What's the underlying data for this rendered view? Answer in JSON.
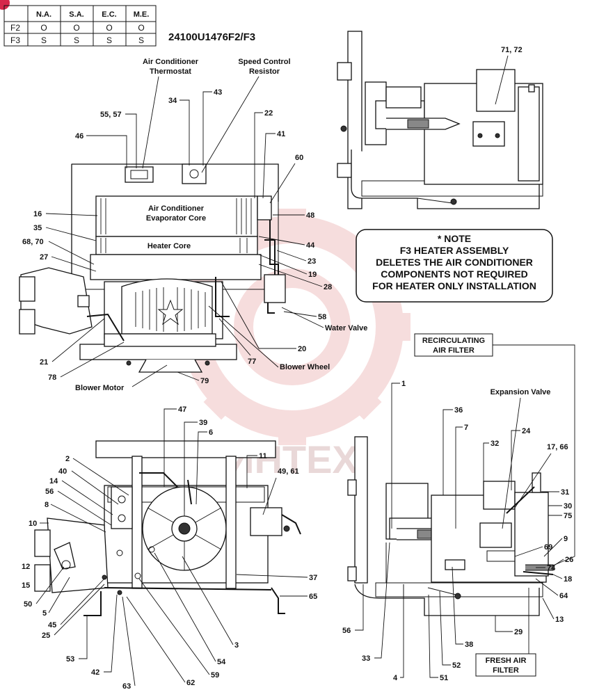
{
  "part_number": "24100U1476F2/F3",
  "table": {
    "headers": [
      "",
      "N.A.",
      "S.A.",
      "E.C.",
      "M.E."
    ],
    "rows": [
      {
        "label": "F2",
        "values": [
          "O",
          "O",
          "O",
          "O"
        ]
      },
      {
        "label": "F3",
        "values": [
          "S",
          "S",
          "S",
          "S"
        ]
      }
    ]
  },
  "note": {
    "lines": [
      "* NOTE",
      "F3 HEATER ASSEMBLY",
      "DELETES THE AIR CONDITIONER",
      "COMPONENTS NOT REQUIRED",
      "FOR HEATER ONLY INSTALLATION"
    ]
  },
  "labels": {
    "ac_thermostat_1": "Air Conditioner",
    "ac_thermostat_2": "Thermostat",
    "speed_resistor_1": "Speed Control",
    "speed_resistor_2": "Resistor",
    "evap_core_1": "Air Conditioner",
    "evap_core_2": "Evaporator Core",
    "heater_core": "Heater Core",
    "water_valve": "Water Valve",
    "blower_wheel": "Blower Wheel",
    "blower_motor": "Blower Motor",
    "recirc_filter_1": "RECIRCULATING",
    "recirc_filter_2": "AIR FILTER",
    "expansion_valve": "Expansion Valve",
    "fresh_filter_1": "FRESH AIR",
    "fresh_filter_2": "FILTER",
    "watermark": "ИНТЕХ"
  },
  "callouts": {
    "c55_57": "55, 57",
    "c46": "46",
    "c34": "34",
    "c43": "43",
    "c22": "22",
    "c41": "41",
    "c60": "60",
    "c16": "16",
    "c35": "35",
    "c68_70": "68, 70",
    "c27": "27",
    "c48": "48",
    "c44": "44",
    "c23": "23",
    "c19": "19",
    "c28": "28",
    "c58": "58",
    "c20": "20",
    "c77": "77",
    "c21": "21",
    "c78": "78",
    "c79": "79",
    "c71_72": "71, 72",
    "c47": "47",
    "c39": "39",
    "c6": "6",
    "c2": "2",
    "c40": "40",
    "c14": "14",
    "c56a": "56",
    "c8": "8",
    "c10": "10",
    "c11": "11",
    "c49_61": "49, 61",
    "c12": "12",
    "c15": "15",
    "c50": "50",
    "c5": "5",
    "c45": "45",
    "c25": "25",
    "c37": "37",
    "c65": "65",
    "c53": "53",
    "c42": "42",
    "c63": "63",
    "c62": "62",
    "c59": "59",
    "c54": "54",
    "c3": "3",
    "c1": "1",
    "c36": "36",
    "c7": "7",
    "c32": "32",
    "c24": "24",
    "c17_66": "17, 66",
    "c31": "31",
    "c30": "30",
    "c75": "75",
    "c9": "9",
    "c69": "69",
    "c74": "74",
    "c26": "26",
    "c18": "18",
    "c64": "64",
    "c13": "13",
    "c56b": "56",
    "c29": "29",
    "c38": "38",
    "c33": "33",
    "c52": "52",
    "c4": "4",
    "c51": "51"
  },
  "colors": {
    "ink": "#111111",
    "watermark": "#e8a0a0",
    "badge": "#d6274a"
  }
}
